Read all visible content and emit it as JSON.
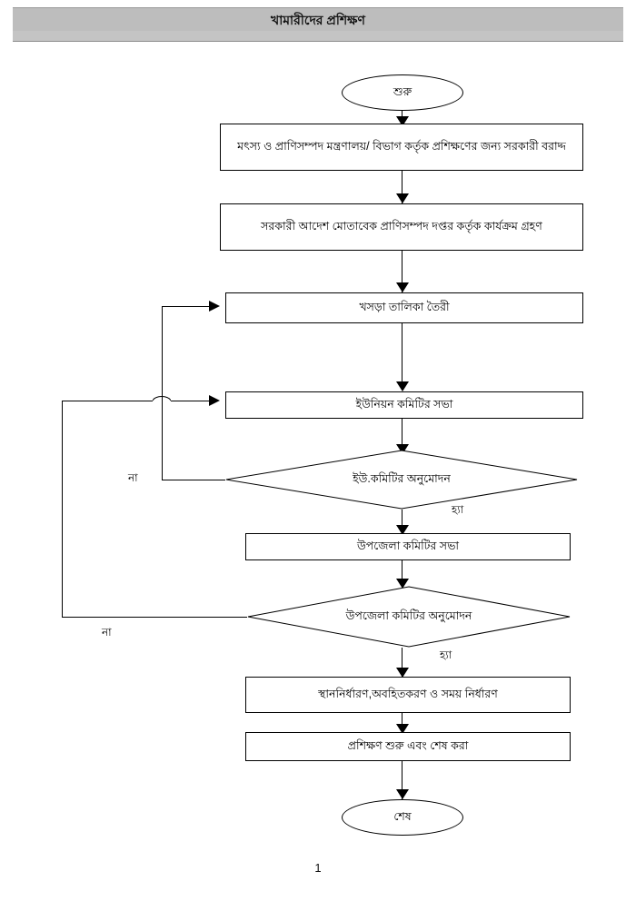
{
  "header": {
    "title": "খামারীদের প্রশিক্ষণ"
  },
  "footer": {
    "page_number": "1"
  },
  "flowchart": {
    "nodes": [
      {
        "id": "start",
        "type": "terminator",
        "label": "শুরু"
      },
      {
        "id": "allocation",
        "type": "process",
        "label": "মৎস্য ও প্রাণিসম্পদ মন্ত্রণালয়/ বিভাগ কর্তৃক প্রশিক্ষণের জন্য সরকারী বরাদ্দ"
      },
      {
        "id": "dept-action",
        "type": "process",
        "label": "সরকারী আদেশ মোতাবেক প্রাণিসম্পদ দপ্তর কর্তৃক কার্যক্রম গ্রহণ"
      },
      {
        "id": "draft-list",
        "type": "process",
        "label": "খসড়া তালিকা  তৈরী"
      },
      {
        "id": "union-meet",
        "type": "process",
        "label": "ইউনিয়ন কমিটির সভা"
      },
      {
        "id": "union-approve",
        "type": "decision",
        "label": "ইউ.কমিটির অনুমোদন"
      },
      {
        "id": "upazila-meet",
        "type": "process",
        "label": "উপজেলা কমিটির সভা"
      },
      {
        "id": "upazila-approve",
        "type": "decision",
        "label": "উপজেলা কমিটির অনুমোদন"
      },
      {
        "id": "venue-time",
        "type": "process",
        "label": "স্থাননির্ধারণ,অবহিতকরণ ও সময় নির্ধারণ"
      },
      {
        "id": "conduct",
        "type": "process",
        "label": "প্রশিক্ষণ শুরু এবং শেষ করা"
      },
      {
        "id": "end",
        "type": "terminator",
        "label": "শেষ"
      }
    ],
    "edge_labels": {
      "union_no": "না",
      "union_yes": "হ্যা",
      "upazila_no": "না",
      "upazila_yes": "হ্যা"
    },
    "colors": {
      "line": "#000000",
      "node_fill": "#ffffff",
      "header_band": "#bdbdbd"
    }
  }
}
